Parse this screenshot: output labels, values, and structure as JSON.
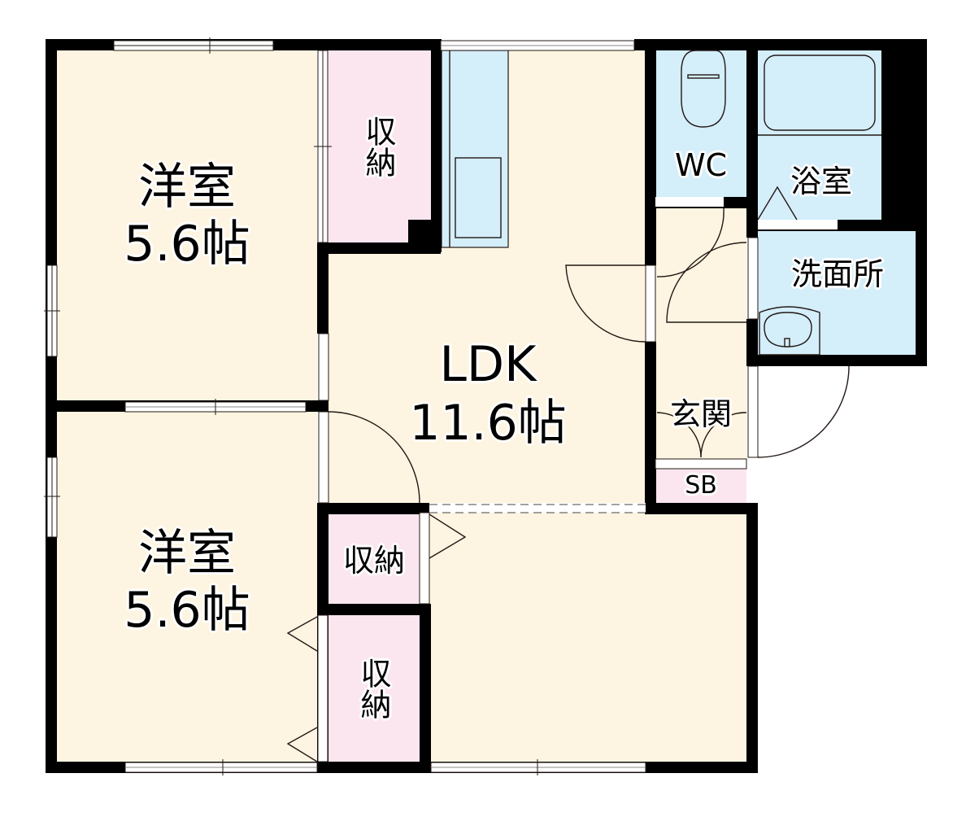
{
  "floorplan": {
    "colors": {
      "wall": "#000000",
      "living_floor": "#fdf5e1",
      "wet_area": "#d4eefa",
      "storage": "#fbe6ef",
      "window": "#ffffff",
      "line": "#231815"
    },
    "rooms": {
      "western_room_1": {
        "name": "洋室",
        "size": "5.6帖"
      },
      "western_room_2": {
        "name": "洋室",
        "size": "5.6帖"
      },
      "ldk": {
        "name": "LDK",
        "size": "11.6帖"
      },
      "storage_top": {
        "name": "収納"
      },
      "storage_mid": {
        "name": "収納"
      },
      "storage_bottom": {
        "name": "収納"
      },
      "wc": {
        "name": "WC"
      },
      "bathroom": {
        "name": "浴室"
      },
      "washroom": {
        "name": "洗面所"
      },
      "entrance": {
        "name": "玄関"
      },
      "shoe_box": {
        "name": "SB"
      }
    }
  }
}
